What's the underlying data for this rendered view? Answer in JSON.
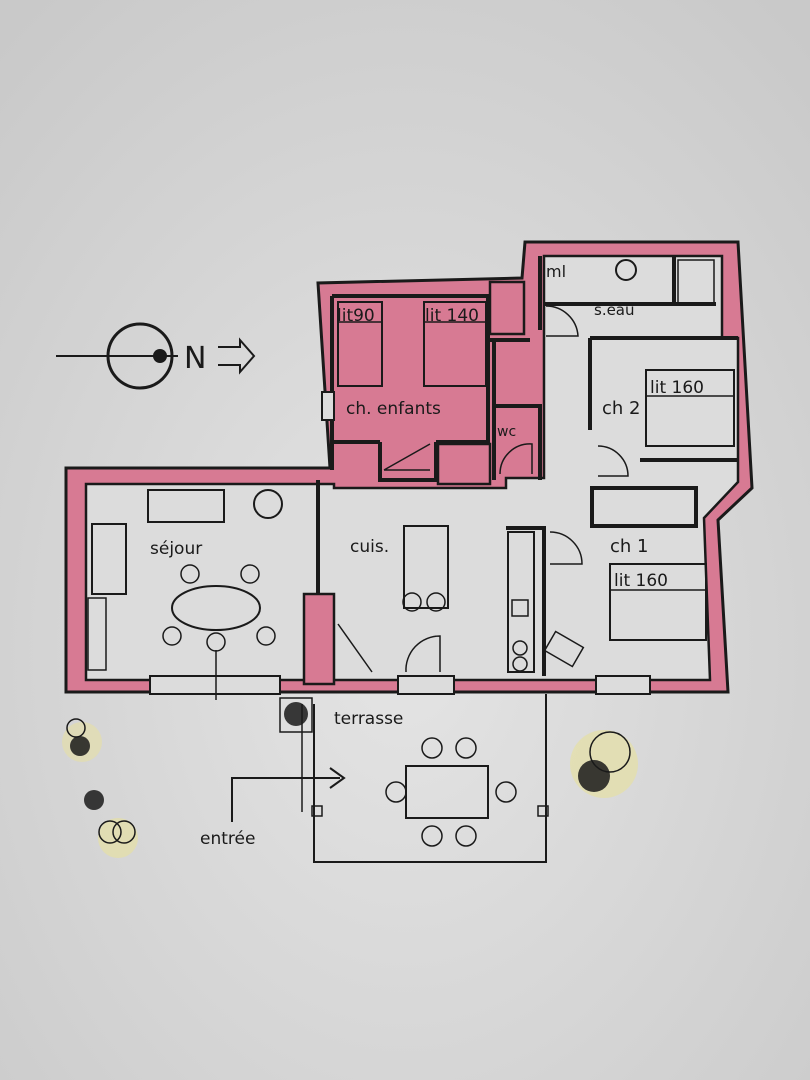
{
  "north_symbol": "N",
  "rooms": {
    "ml": "ml",
    "s_eau": "s.eau",
    "ch_enfants": "ch. enfants",
    "lit90": "lit90",
    "lit140": "lit 140",
    "wc": "wc",
    "ch2": "ch 2",
    "lit160_ch2": "lit 160",
    "sejour": "séjour",
    "cuis": "cuis.",
    "ch1": "ch 1",
    "lit160_ch1": "lit 160",
    "terrasse": "terrasse",
    "entree": "entrée"
  },
  "colors": {
    "paper": "#dcdcdc",
    "wall_fill": "#d77a93",
    "line": "#1a1a1a",
    "plant_tint": "#e6dfa4"
  }
}
